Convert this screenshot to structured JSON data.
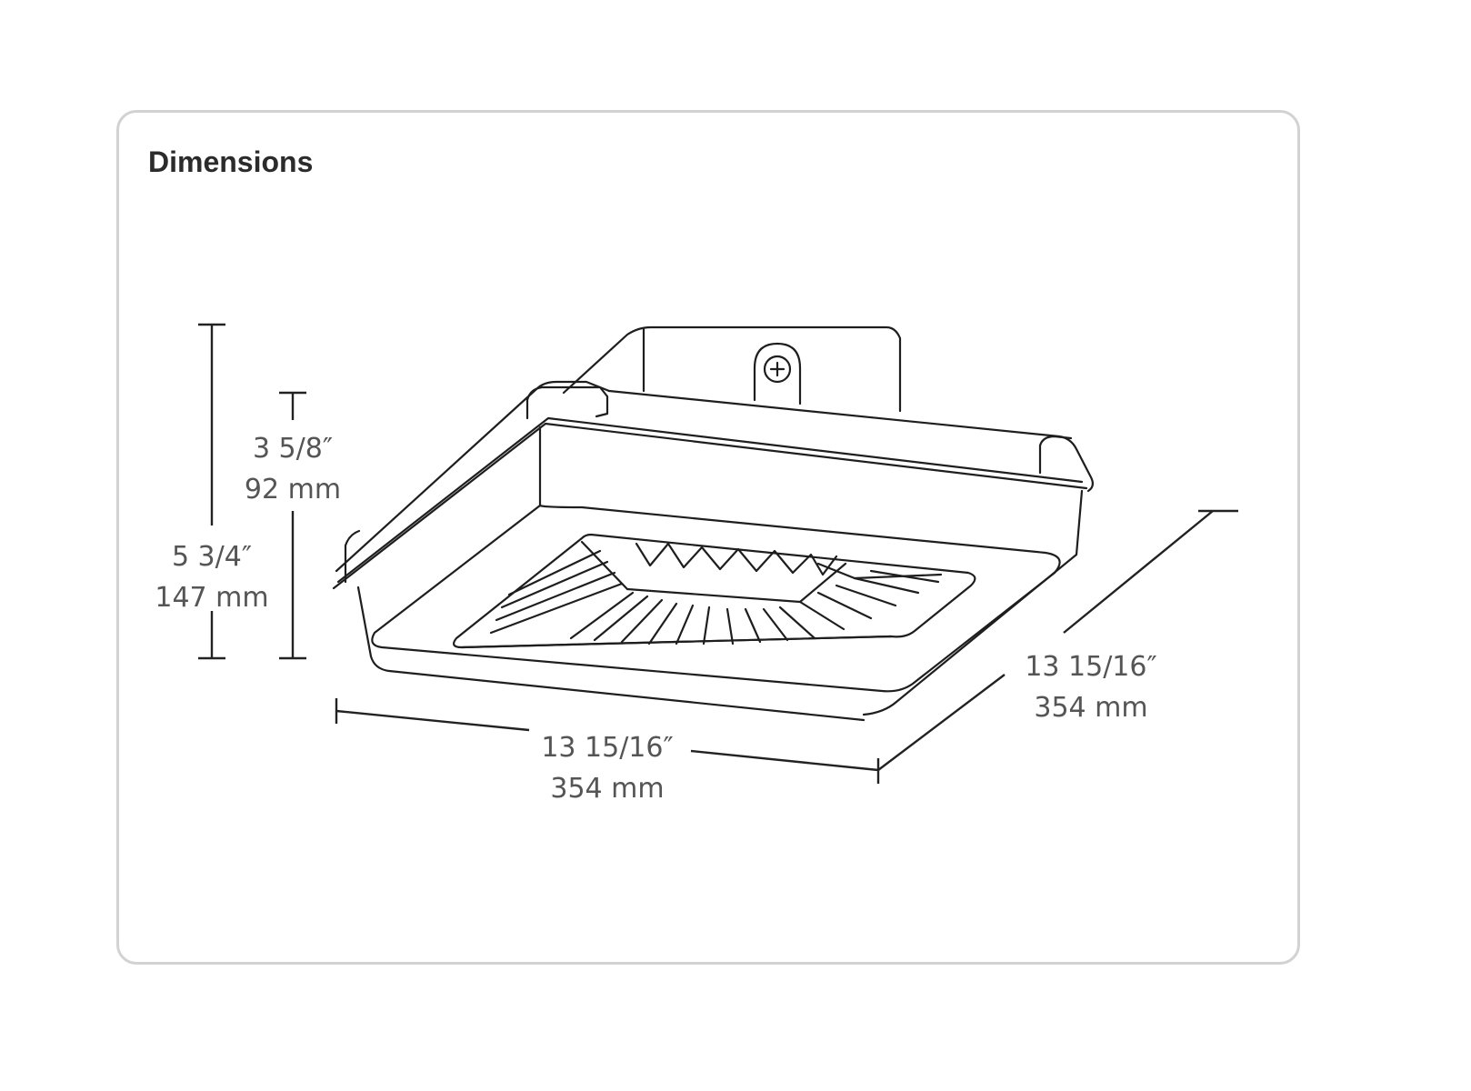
{
  "title": "Dimensions",
  "dimensions": {
    "overall_height": {
      "imperial": "5 3/4″",
      "metric": "147 mm"
    },
    "body_height": {
      "imperial": "3 5/8″",
      "metric": "92 mm"
    },
    "width": {
      "imperial": "13 15/16″",
      "metric": "354 mm"
    },
    "depth": {
      "imperial": "13 15/16″",
      "metric": "354 mm"
    }
  }
}
